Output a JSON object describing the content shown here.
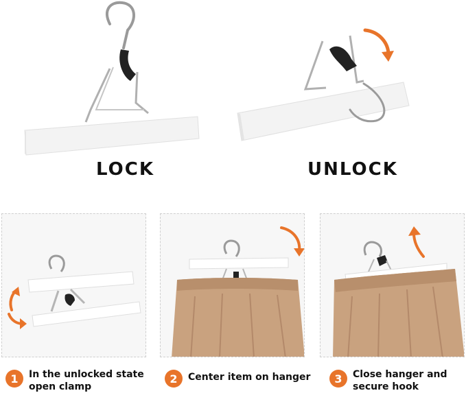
{
  "top": {
    "lock_label": "LOCK",
    "unlock_label": "UNLOCK"
  },
  "steps": [
    {
      "number": "1",
      "line1": "In the unlocked state",
      "line2": "open clamp"
    },
    {
      "number": "2",
      "line1": "Center item on hanger",
      "line2": ""
    },
    {
      "number": "3",
      "line1": "Close hanger and",
      "line2": "secure hook"
    }
  ],
  "colors": {
    "accent": "#e8742a",
    "hanger": "#f1f1f1",
    "fabric": "#c9a27f",
    "clip": "#222222"
  }
}
